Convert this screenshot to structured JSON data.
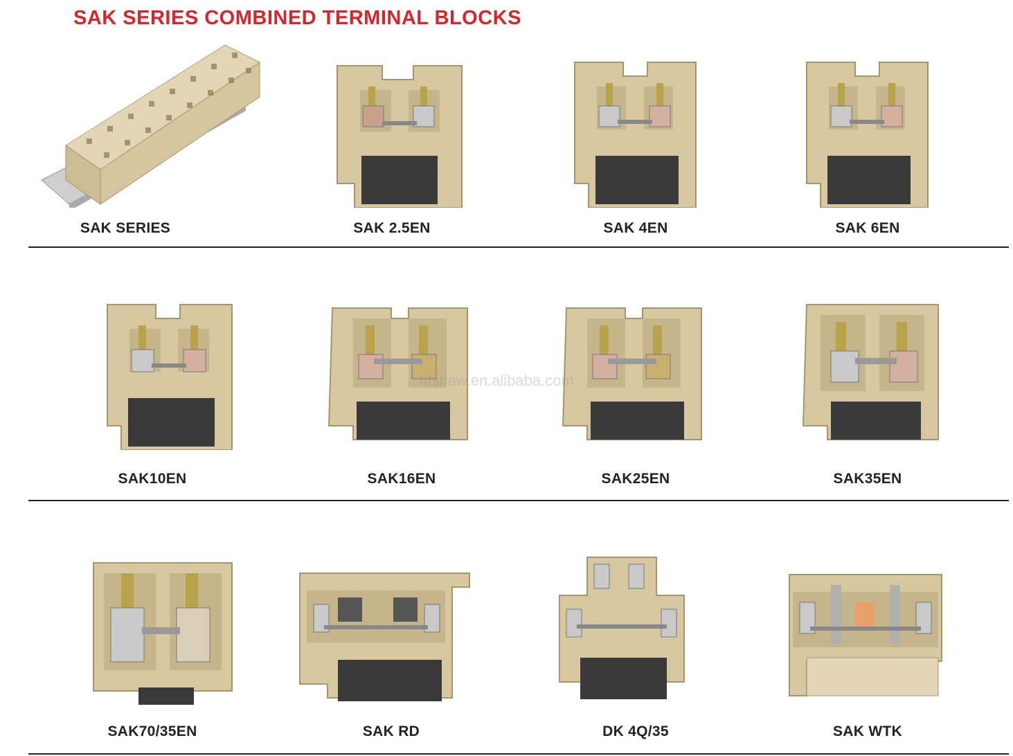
{
  "page": {
    "title": "SAK  SERIES COMBINED TERMINAL BLOCKS",
    "watermark": "hfshaw.en.alibaba.com"
  },
  "colors": {
    "title_red": "#d6262b",
    "housing_beige": "#d8c8a2",
    "housing_shadow": "#a8946a",
    "metal_dark": "#3a3a3a",
    "clamp_silver": "#c9c9c9",
    "screw_brass": "#b8a24a"
  },
  "products": [
    {
      "label": "SAK SERIES",
      "icon": "terminal-rail-assembly-icon"
    },
    {
      "label": "SAK 2.5EN",
      "icon": "terminal-block-icon"
    },
    {
      "label": "SAK 4EN",
      "icon": "terminal-block-icon"
    },
    {
      "label": "SAK 6EN",
      "icon": "terminal-block-icon"
    },
    {
      "label": "SAK10EN",
      "icon": "terminal-block-icon"
    },
    {
      "label": "SAK16EN",
      "icon": "terminal-block-icon"
    },
    {
      "label": "SAK25EN",
      "icon": "terminal-block-icon"
    },
    {
      "label": "SAK35EN",
      "icon": "terminal-block-icon"
    },
    {
      "label": "SAK70/35EN",
      "icon": "terminal-block-icon"
    },
    {
      "label": "SAK RD",
      "icon": "terminal-block-icon"
    },
    {
      "label": "DK 4Q/35",
      "icon": "double-deck-terminal-block-icon"
    },
    {
      "label": "SAK WTK",
      "icon": "test-disconnect-terminal-block-icon"
    }
  ]
}
